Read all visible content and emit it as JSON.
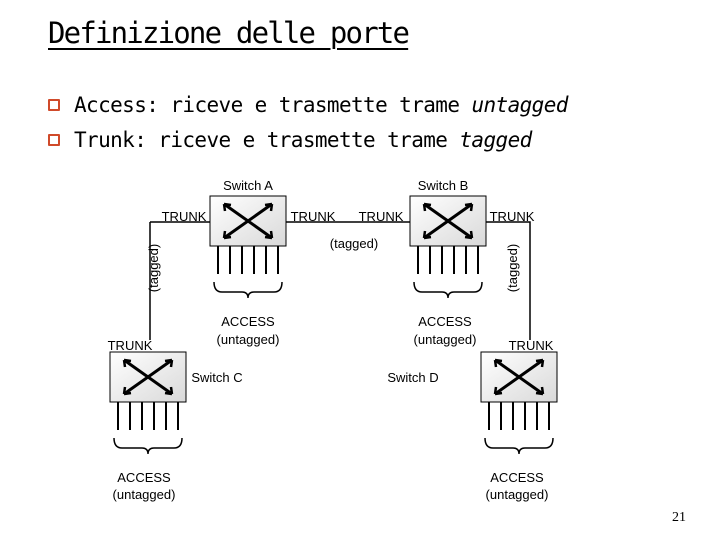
{
  "slide": {
    "title": "Definizione delle porte",
    "bullets": [
      {
        "term": "Access",
        "rest": ": riceve e trasmette trame ",
        "emph": "untagged"
      },
      {
        "term": "Trunk",
        "rest": ": riceve e trasmette trame ",
        "emph": "tagged"
      }
    ],
    "page_number": "21",
    "accent_color": "#d04a2a"
  },
  "diagram": {
    "switches": {
      "a": "Switch A",
      "b": "Switch B",
      "c": "Switch C",
      "d": "Switch D"
    },
    "labels": {
      "trunk": "TRUNK",
      "tagged": "(tagged)",
      "access": "ACCESS",
      "untagged": "(untagged)"
    }
  }
}
